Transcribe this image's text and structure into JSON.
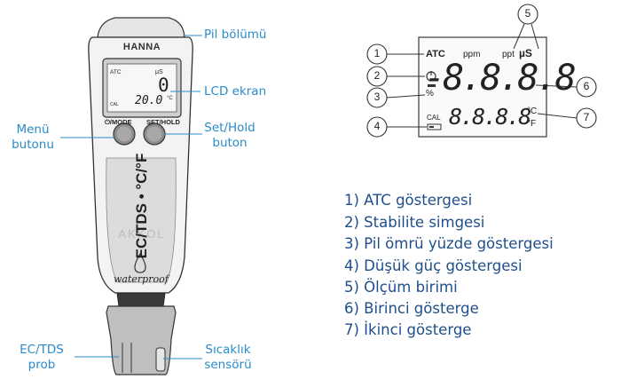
{
  "device": {
    "brand": "HANNA",
    "lcd_unit": "µS",
    "lcd_primary": "0",
    "lcd_secondary": "20.0",
    "lcd_secondary_unit": "°C",
    "lcd_cal": "CAL",
    "lcd_atc": "ATC",
    "mode_label": "⏻/MODE",
    "sethold_label": "SET/HOLD",
    "model": "EC/TDS • °C/°F",
    "waterproof": "waterproof",
    "watermark": "AKKOL"
  },
  "callouts": {
    "battery": "Pil bölümü",
    "lcd": "LCD ekran",
    "menu": "Menü\nbutonu",
    "sethold": "Set/Hold\nbuton",
    "probe": "EC/TDS\nprob",
    "temp": "Sıcaklık\nsensörü"
  },
  "display": {
    "atc": "ATC",
    "ppm": "ppm",
    "ppt": "ppt",
    "us": "µS",
    "percent": "%",
    "primary": "-8.8.8.8",
    "secondary": "8.8.8.8",
    "celsius": "°C",
    "fahrenheit": "°F",
    "cal": "CAL",
    "numbers": [
      "1",
      "2",
      "3",
      "4",
      "5",
      "6",
      "7"
    ]
  },
  "legend": [
    "1) ATC göstergesi",
    "2) Stabilite simgesi",
    "3) Pil ömrü yüzde göstergesi",
    "4) Düşük güç göstergesi",
    "5) Ölçüm birimi",
    "6) Birinci gösterge",
    "7) İkinci gösterge"
  ],
  "colors": {
    "accent": "#2a8bc9",
    "legend_text": "#1f4f8a",
    "device_body": "#d9d9d9",
    "device_dark": "#3a3a3a"
  }
}
